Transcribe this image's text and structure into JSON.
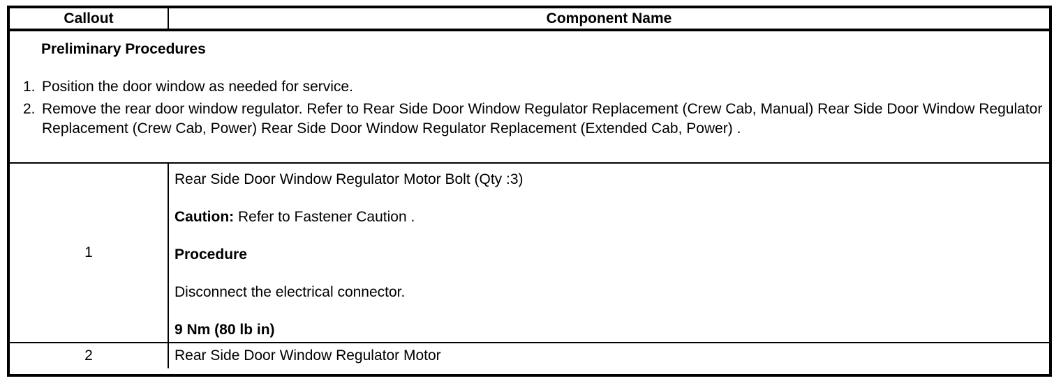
{
  "header": {
    "callout_label": "Callout",
    "component_label": "Component Name"
  },
  "preliminary": {
    "title": "Preliminary Procedures",
    "steps": [
      {
        "number": "1.",
        "text": "Position the door window as needed for service."
      },
      {
        "number": "2.",
        "text": "Remove the rear door window regulator. Refer to Rear Side Door Window Regulator Replacement (Crew Cab, Manual) Rear Side Door Window Regulator Replacement (Crew Cab, Power) Rear Side Door Window Regulator Replacement (Extended Cab, Power) ."
      }
    ]
  },
  "rows": [
    {
      "callout": "1",
      "component": "Rear Side Door Window Regulator Motor Bolt (Qty :3)",
      "caution_label": "Caution:",
      "caution_text": "Refer to Fastener Caution .",
      "procedure_label": "Procedure",
      "procedure_step": "Disconnect the electrical connector.",
      "torque_spec": "9 Nm (80 lb in)"
    },
    {
      "callout": "2",
      "component": "Rear Side Door Window Regulator Motor"
    }
  ],
  "colors": {
    "border": "#000000",
    "background": "#ffffff",
    "text": "#000000"
  }
}
